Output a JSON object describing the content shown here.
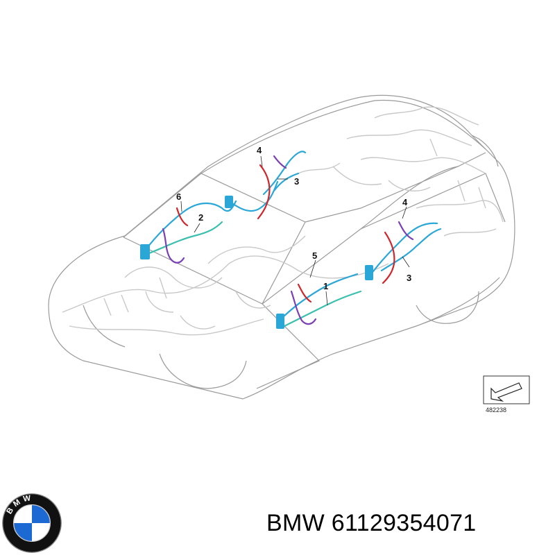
{
  "diagram": {
    "callouts": {
      "upper_door_part_4": "4",
      "upper_door_part_3": "3",
      "upper_door_part_6": "6",
      "upper_door_part_2": "2",
      "lower_door_part_5": "5",
      "lower_door_part_1": "1",
      "lower_door_part_4": "4",
      "lower_door_part_3": "3"
    },
    "reference_code": "482238",
    "colors": {
      "harness_cyan": "#2aa7d6",
      "harness_teal": "#3bbfae",
      "harness_purple": "#7b3fb5",
      "harness_red": "#d0262b",
      "body_outline": "#9a9a9a",
      "background_wiring": "#c8c8c8"
    }
  },
  "footer": {
    "brand": "BMW",
    "part_number": "61129354071",
    "label": "BMW 61129354071"
  },
  "logo": {
    "letters": "BMW",
    "colors": {
      "blue": "#1c69d4",
      "white": "#ffffff",
      "ring": "#111111"
    }
  }
}
